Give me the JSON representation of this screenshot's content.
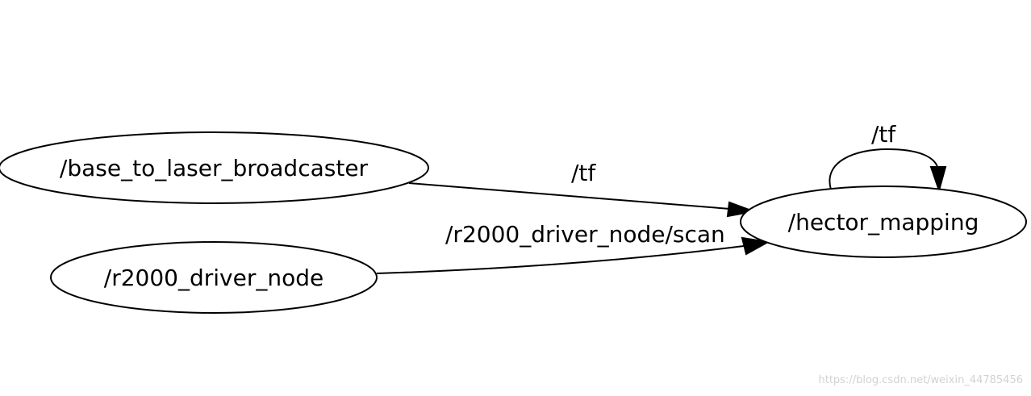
{
  "graph": {
    "nodes": [
      {
        "id": "base_to_laser_broadcaster",
        "label": "/base_to_laser_broadcaster"
      },
      {
        "id": "r2000_driver_node",
        "label": "/r2000_driver_node"
      },
      {
        "id": "hector_mapping",
        "label": "/hector_mapping"
      }
    ],
    "edges": [
      {
        "from": "base_to_laser_broadcaster",
        "to": "hector_mapping",
        "label": "/tf"
      },
      {
        "from": "r2000_driver_node",
        "to": "hector_mapping",
        "label": "/r2000_driver_node/scan"
      },
      {
        "from": "hector_mapping",
        "to": "hector_mapping",
        "label": "/tf"
      }
    ]
  },
  "watermark": "https://blog.csdn.net/weixin_44785456"
}
